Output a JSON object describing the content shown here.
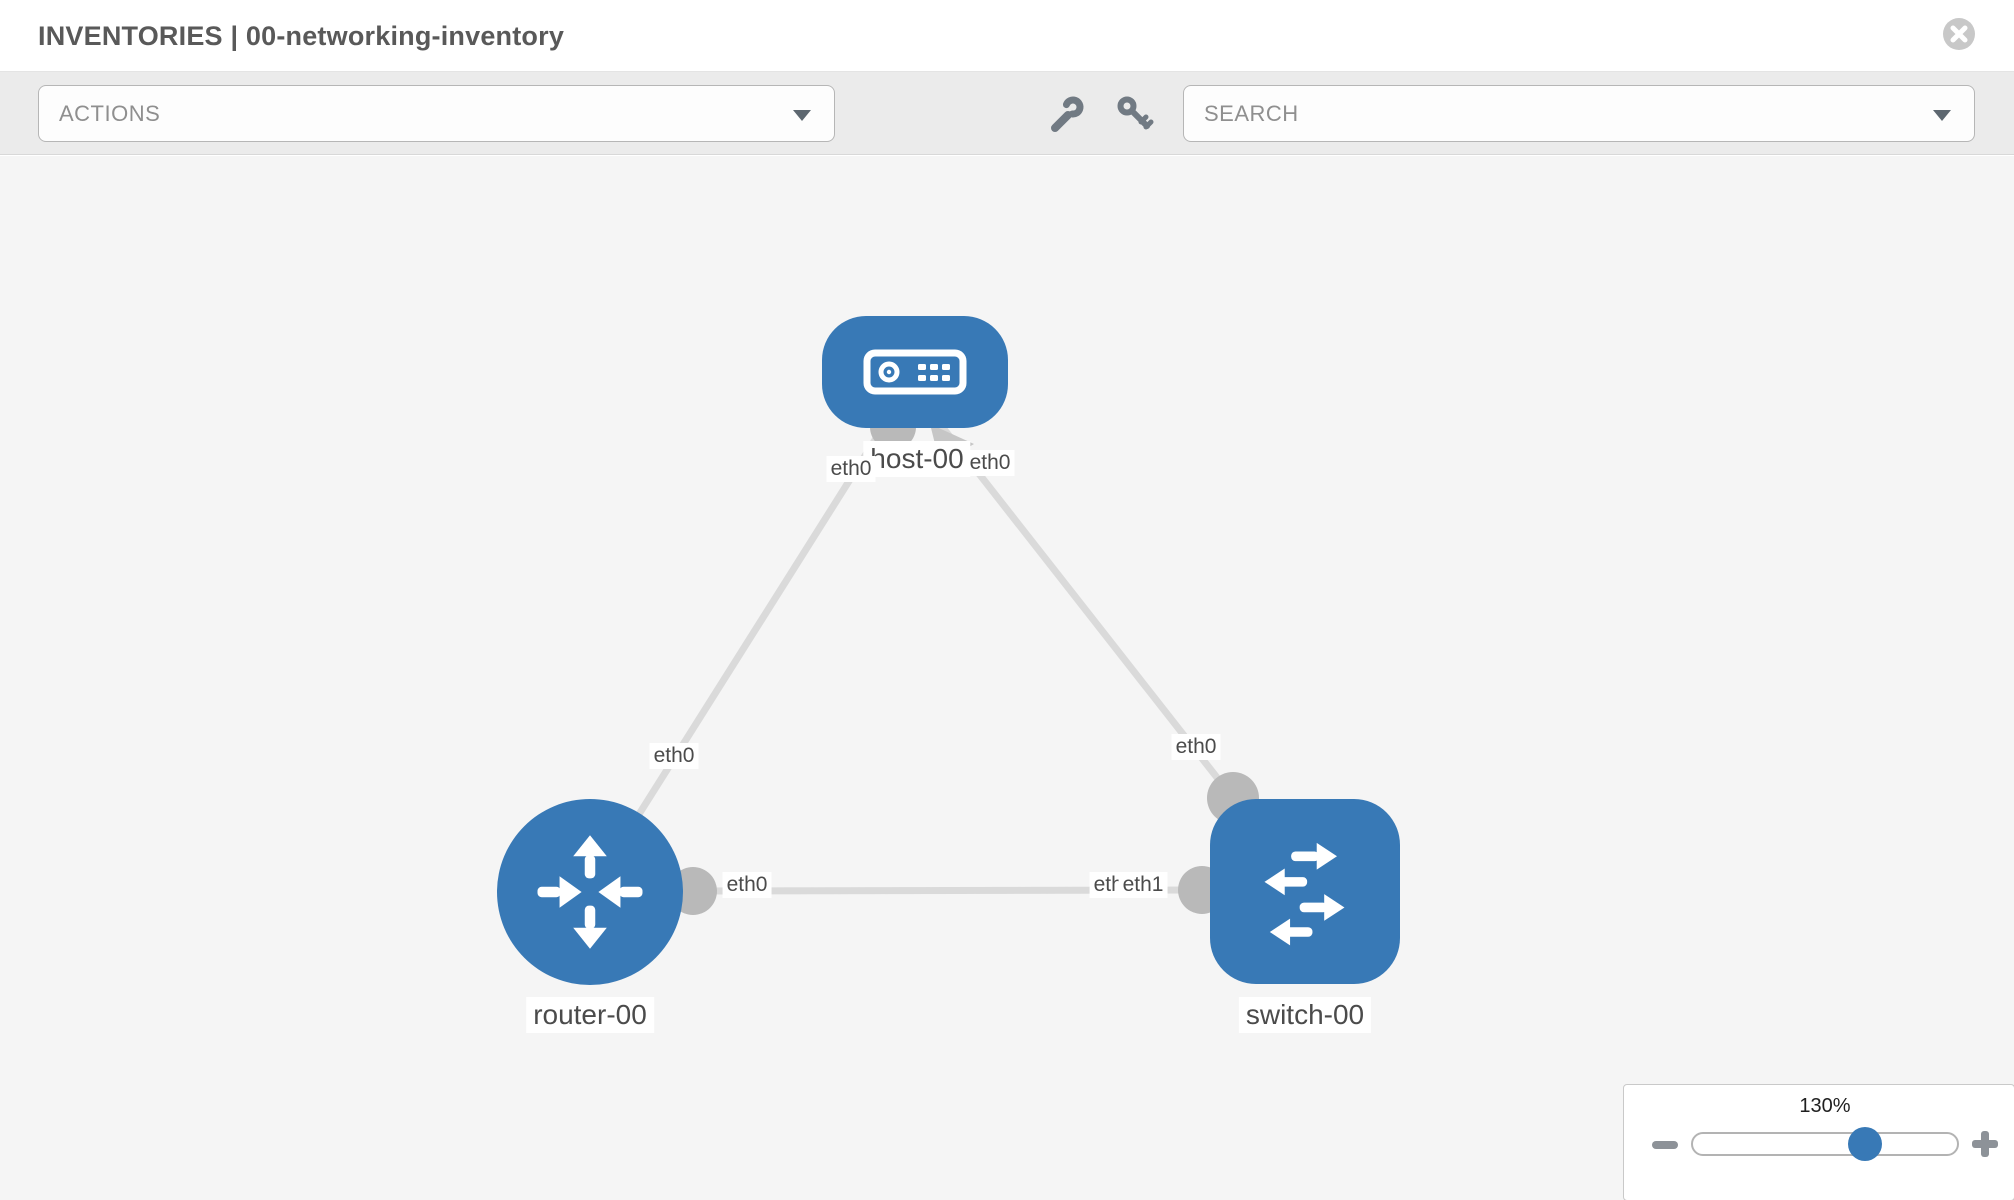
{
  "header": {
    "title": "INVENTORIES | 00-networking-inventory",
    "close_icon": "circle-x"
  },
  "toolbar": {
    "actions_dropdown": {
      "value": "ACTIONS"
    },
    "tools": [
      {
        "icon": "wrench-icon"
      },
      {
        "icon": "key-icon"
      }
    ],
    "search_dropdown": {
      "value": "SEARCH"
    }
  },
  "topology": {
    "nodes": [
      {
        "id": "host-00",
        "label": "host-00",
        "type": "host",
        "shape": "rounded-rect",
        "icon": "host-icon"
      },
      {
        "id": "router-00",
        "label": "router-00",
        "type": "router",
        "shape": "circle",
        "icon": "router-icon"
      },
      {
        "id": "switch-00",
        "label": "switch-00",
        "type": "switch",
        "shape": "rounded-square",
        "icon": "switch-icon"
      }
    ],
    "links": [
      {
        "source": "host-00",
        "target": "router-00",
        "source_label": "eth0",
        "target_label": "eth0"
      },
      {
        "source": "host-00",
        "target": "switch-00",
        "source_label": "eth0",
        "target_label": "eth0"
      },
      {
        "source": "router-00",
        "target": "switch-00",
        "source_label": "eth0",
        "target_label": "eth1",
        "overlap_label": "eth0"
      }
    ],
    "colors": {
      "node_blue": "#3879b6",
      "link_gray": "#dadada",
      "connector_gray": "#b9b9b9",
      "canvas_bg": "#f5f5f5"
    }
  },
  "zoom_control": {
    "level": "130%",
    "minus_icon": "minus",
    "plus_icon": "plus"
  }
}
